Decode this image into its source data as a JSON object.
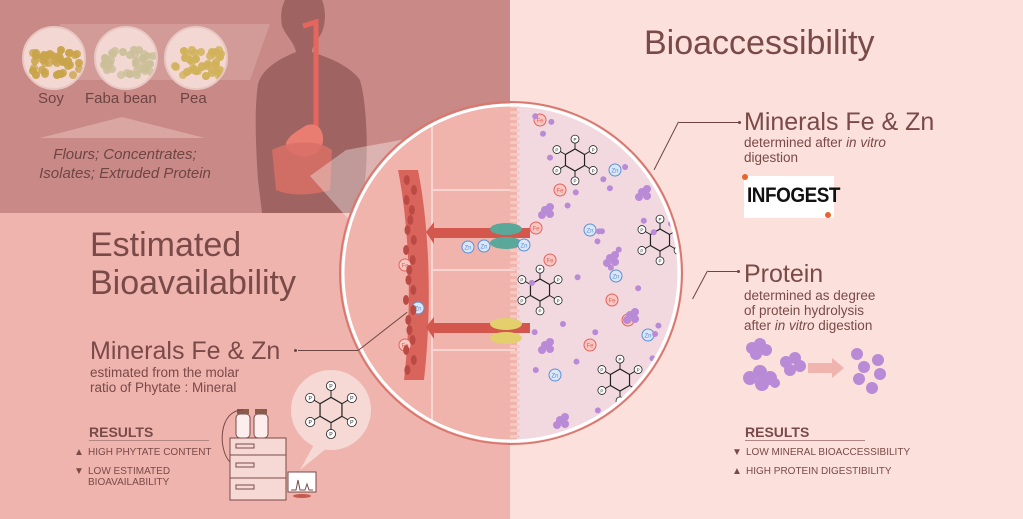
{
  "crops": [
    {
      "label": "Soy",
      "color": "#c9a44a"
    },
    {
      "label": "Faba bean",
      "color": "#cbbf99"
    },
    {
      "label": "Pea",
      "color": "#d1b25a"
    }
  ],
  "products": {
    "line1": "Flours; Concentrates;",
    "line2": "Isolates; Extruded Protein"
  },
  "bioavailability": {
    "title_line1": "Estimated",
    "title_line2": "Bioavailability",
    "minerals_heading": "Minerals Fe & Zn",
    "minerals_desc_line1": "estimated from the molar",
    "minerals_desc_line2": "ratio of Phytate : Mineral",
    "results_heading": "RESULTS",
    "results": [
      {
        "direction": "up",
        "icon": "triangle-up-icon",
        "line1": "HIGH PHYTATE CONTENT",
        "line2": ""
      },
      {
        "direction": "down",
        "icon": "triangle-down-icon",
        "line1": "LOW ESTIMATED",
        "line2": "BIOAVAILABILITY"
      }
    ]
  },
  "bioaccessibility": {
    "title": "Bioaccessibility",
    "minerals_heading": "Minerals Fe & Zn",
    "minerals_desc_line1_pre": "determined after ",
    "minerals_desc_line1_em": "in vitro",
    "minerals_desc_line2": "digestion",
    "logo_text": "INFOGEST",
    "protein_heading": "Protein",
    "protein_desc_line1": "determined as degree",
    "protein_desc_line2": "of protein hydrolysis",
    "protein_desc_line3_pre": "after ",
    "protein_desc_line3_em": "in vitro",
    "protein_desc_line3_post": " digestion",
    "results_heading": "RESULTS",
    "results": [
      {
        "direction": "down",
        "icon": "triangle-down-icon",
        "text": "LOW MINERAL BIOACCESSIBILITY"
      },
      {
        "direction": "up",
        "icon": "triangle-up-icon",
        "text": "HIGH PROTEIN DIGESTIBILITY"
      }
    ]
  },
  "symbols": {
    "up": "▲",
    "down": "▼",
    "iron": "Fe",
    "zinc": "Zn",
    "phosphate": "P"
  },
  "colors": {
    "left_top_bg": "#c98a87",
    "left_bottom_bg": "#efb4ae",
    "right_bg": "#fbe0dc",
    "text": "#7a4a48",
    "iron": "#e8605a",
    "zinc": "#5b8fd6",
    "protein": "#b98ad6",
    "blood_vessel": "#d9645c",
    "arrow": "#d4574d",
    "transporter_dmt1": "#5aa89a",
    "transporter_zip": "#e3cf6c"
  }
}
